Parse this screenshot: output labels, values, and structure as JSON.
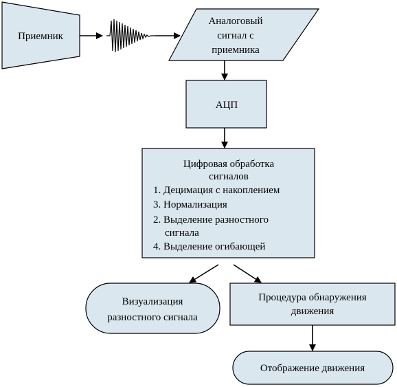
{
  "diagram": {
    "receiver": "Приемник",
    "analog_signal": [
      "Аналоговый",
      "сигнал с",
      "приемника"
    ],
    "adc": "АЦП",
    "dsp": {
      "title": [
        "Цифровая обработка",
        "сигналов"
      ],
      "steps": [
        "1. Децимация с накоплением",
        "3. Нормализация",
        "2. Выделение разностного",
        "сигнала",
        "4. Выделение огибающей"
      ]
    },
    "visualization": [
      "Визуализация",
      "разностного сигнала"
    ],
    "motion_detection": [
      "Процедура обнаружения",
      "движения"
    ],
    "motion_display": "Отображение движения"
  },
  "colors": {
    "shape_fill": "#dbe7ef",
    "stroke": "#000000"
  }
}
